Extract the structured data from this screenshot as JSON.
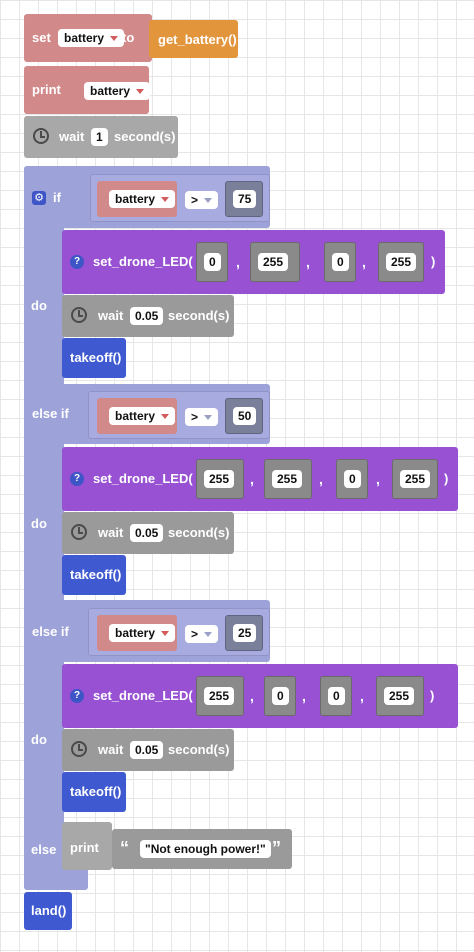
{
  "set_block": {
    "keyword": "set",
    "variable": "battery",
    "to": "to",
    "fn": "get_battery()"
  },
  "print_block": {
    "keyword": "print",
    "variable": "battery"
  },
  "wait_block": {
    "keyword": "wait",
    "value": "1",
    "unit": "second(s)"
  },
  "if_block": {
    "if_label": "if",
    "elseif_label": "else if",
    "else_label": "else",
    "do_label": "do",
    "branches": [
      {
        "variable": "battery",
        "operator": ">",
        "threshold": "75",
        "led_fn": "set_drone_LED(",
        "led_args": [
          "0",
          "255",
          "0",
          "255"
        ],
        "close": ")",
        "wait_keyword": "wait",
        "wait_value": "0.05",
        "wait_unit": "second(s)",
        "action": "takeoff()"
      },
      {
        "variable": "battery",
        "operator": ">",
        "threshold": "50",
        "led_fn": "set_drone_LED(",
        "led_args": [
          "255",
          "255",
          "0",
          "255"
        ],
        "close": ")",
        "wait_keyword": "wait",
        "wait_value": "0.05",
        "wait_unit": "second(s)",
        "action": "takeoff()"
      },
      {
        "variable": "battery",
        "operator": ">",
        "threshold": "25",
        "led_fn": "set_drone_LED(",
        "led_args": [
          "255",
          "0",
          "0",
          "255"
        ],
        "close": ")",
        "wait_keyword": "wait",
        "wait_value": "0.05",
        "wait_unit": "second(s)",
        "action": "takeoff()"
      }
    ],
    "else_print_keyword": "print",
    "else_print_text": "\"Not enough power!\"",
    "quote_open": "“",
    "quote_close": "”"
  },
  "land_block": {
    "label": "land()"
  },
  "separator": ",",
  "icons": {
    "clock": "clock-icon",
    "help": "help-icon",
    "gear": "gear-icon"
  },
  "colors": {
    "variables": "#d2898a",
    "function": "#e3953c",
    "logic": "#a7abe0",
    "drone": "#9751d2",
    "flight": "#3f5ad0",
    "text": "#a8a8a8"
  }
}
